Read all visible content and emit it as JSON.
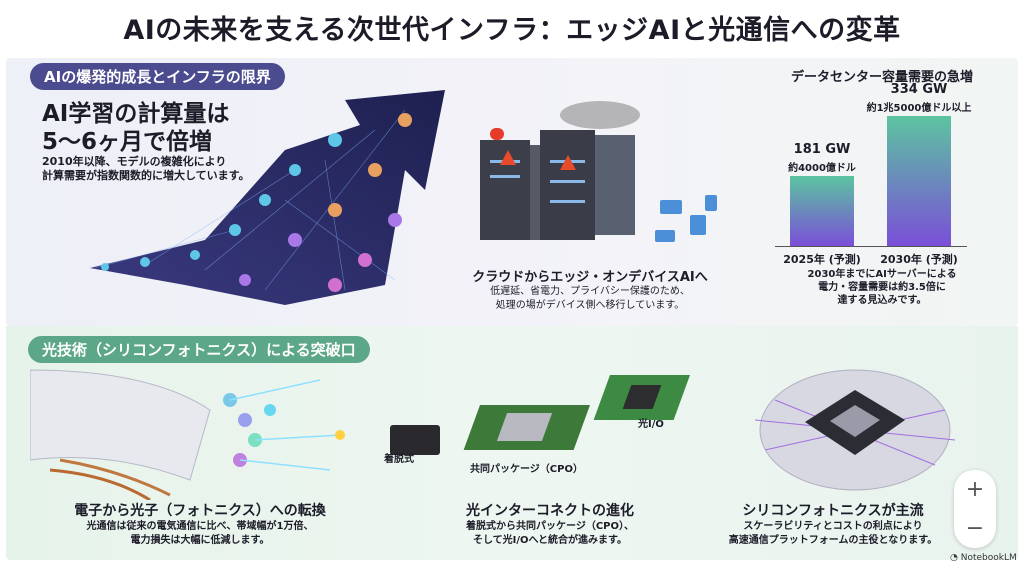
{
  "title": "AIの未来を支える次世代インフラ：エッジAIと光通信への変革",
  "section1": {
    "label": "AIの爆発的成長とインフラの限界",
    "headline_line1": "AI学習の計算量は",
    "headline_line2": "5〜6ヶ月で倍増",
    "desc_line1": "2010年以降、モデルの複雑化により",
    "desc_line2": "計算需要が指数関数的に増大しています。",
    "edge_title": "クラウドからエッジ・オンデバイスAIへ",
    "edge_desc_line1": "低遅延、省電力、プライバシー保護のため、",
    "edge_desc_line2": "処理の場がデバイス側へ移行しています。"
  },
  "chart_data": {
    "type": "bar",
    "title": "データセンター容量需要の急増",
    "categories": [
      "2025年 (予測)",
      "2030年 (予測)"
    ],
    "values": [
      181,
      334
    ],
    "unit": "GW",
    "value_labels": [
      "181 GW",
      "334 GW"
    ],
    "sub_labels": [
      "約4000億ドル",
      "約1兆5000億ドル以上"
    ],
    "note_line1": "2030年までにAIサーバーによる",
    "note_line2": "電力・容量需要は約3.5倍に",
    "note_line3": "達する見込みです。"
  },
  "section2": {
    "label": "光技術（シリコンフォトニクス）による突破口",
    "col1_title": "電子から光子（フォトニクス）への転換",
    "col1_line1": "光通信は従来の電気通信に比べ、帯域幅が1万倍、",
    "col1_line2": "電力損失は大幅に低減します。",
    "chip_labels": [
      "着脱式",
      "共同パッケージ（CPO）",
      "光I/O"
    ],
    "col2_title": "光インターコネクトの進化",
    "col2_line1": "着脱式から共同パッケージ（CPO）、",
    "col2_line2": "そして光I/Oへと統合が進みます。",
    "col3_title": "シリコンフォトニクスが主流",
    "col3_line1": "スケーラビリティとコストの利点により",
    "col3_line2": "高速通信プラットフォームの主役となります。"
  },
  "zoom": {
    "plus": "+",
    "minus": "−"
  },
  "watermark": "NotebookLM"
}
